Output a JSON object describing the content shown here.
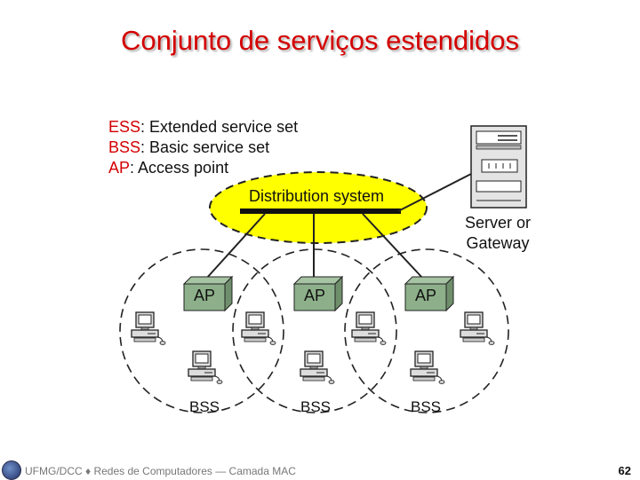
{
  "title": "Conjunto de serviços estendidos",
  "legend": [
    {
      "abbr": "ESS",
      "text": ": Extended service set"
    },
    {
      "abbr": "BSS",
      "text": ": Basic service set"
    },
    {
      "abbr": "AP",
      "text": ": Access point"
    }
  ],
  "distribution_system": "Distribution system",
  "server": {
    "line1": "Server or",
    "line2": "Gateway"
  },
  "aps": [
    "AP",
    "AP",
    "AP"
  ],
  "bss": [
    "BSS",
    "BSS",
    "BSS"
  ],
  "colors": {
    "title": "#d40000",
    "ellipse": "#ffff00",
    "ap_box": "#8db08a"
  },
  "footer": {
    "text": "UFMG/DCC ♦ Redes de Computadores — Camada MAC",
    "page": "62"
  }
}
